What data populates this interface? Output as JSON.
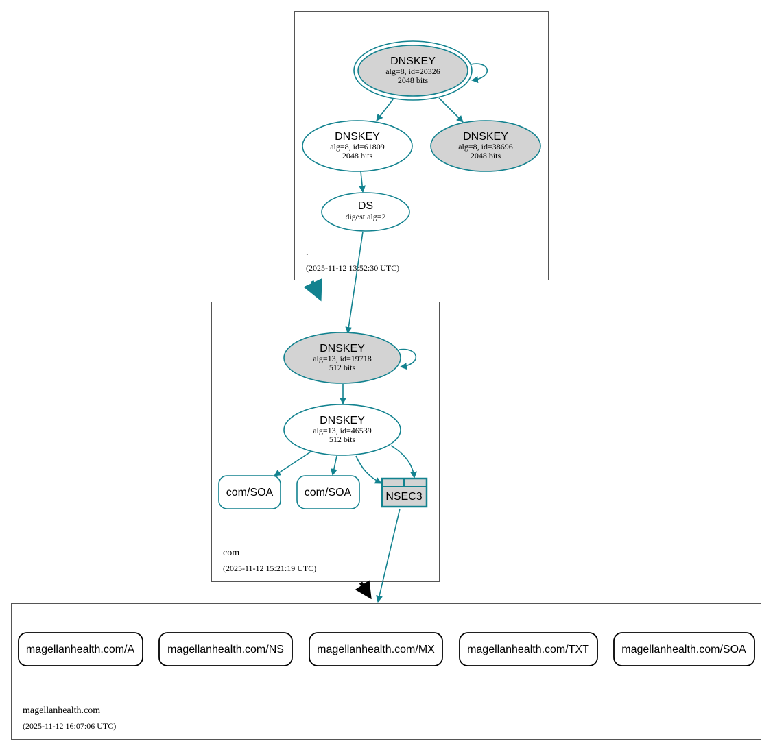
{
  "colors": {
    "edge": "#12828f",
    "node_fill_gray": "#d3d3d3",
    "zone_border": "#555555",
    "delegation_black": "#000000"
  },
  "zones": {
    "root": {
      "name": ".",
      "timestamp": "(2025-11-12 13:52:30 UTC)"
    },
    "com": {
      "name": "com",
      "timestamp": "(2025-11-12 15:21:19 UTC)"
    },
    "magellan": {
      "name": "magellanhealth.com",
      "timestamp": "(2025-11-12 16:07:06 UTC)"
    }
  },
  "nodes": {
    "root_ksk": {
      "title": "DNSKEY",
      "line1": "alg=8, id=20326",
      "line2": "2048 bits"
    },
    "root_zsk": {
      "title": "DNSKEY",
      "line1": "alg=8, id=61809",
      "line2": "2048 bits"
    },
    "root_key3": {
      "title": "DNSKEY",
      "line1": "alg=8, id=38696",
      "line2": "2048 bits"
    },
    "root_ds": {
      "title": "DS",
      "line1": "digest alg=2"
    },
    "com_ksk": {
      "title": "DNSKEY",
      "line1": "alg=13, id=19718",
      "line2": "512 bits"
    },
    "com_zsk": {
      "title": "DNSKEY",
      "line1": "alg=13, id=46539",
      "line2": "512 bits"
    },
    "com_soa1": {
      "label": "com/SOA"
    },
    "com_soa2": {
      "label": "com/SOA"
    },
    "com_nsec3": {
      "label": "NSEC3"
    },
    "rr_a": {
      "label": "magellanhealth.com/A"
    },
    "rr_ns": {
      "label": "magellanhealth.com/NS"
    },
    "rr_mx": {
      "label": "magellanhealth.com/MX"
    },
    "rr_txt": {
      "label": "magellanhealth.com/TXT"
    },
    "rr_soa": {
      "label": "magellanhealth.com/SOA"
    }
  }
}
